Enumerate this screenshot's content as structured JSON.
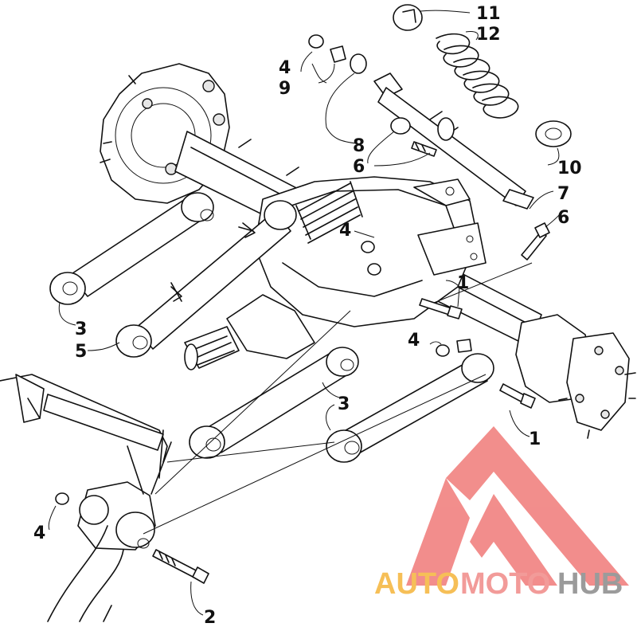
{
  "callouts": [
    {
      "id": "c11",
      "label": "11"
    },
    {
      "id": "c12",
      "label": "12"
    },
    {
      "id": "c4a",
      "label": "4"
    },
    {
      "id": "c9",
      "label": "9"
    },
    {
      "id": "c8",
      "label": "8"
    },
    {
      "id": "c6a",
      "label": "6"
    },
    {
      "id": "c10",
      "label": "10"
    },
    {
      "id": "c7",
      "label": "7"
    },
    {
      "id": "c6b",
      "label": "6"
    },
    {
      "id": "c4b",
      "label": "4"
    },
    {
      "id": "c1a",
      "label": "1"
    },
    {
      "id": "c3a",
      "label": "3"
    },
    {
      "id": "c5",
      "label": "5"
    },
    {
      "id": "c4c",
      "label": "4"
    },
    {
      "id": "c3b",
      "label": "3"
    },
    {
      "id": "c1b",
      "label": "1"
    },
    {
      "id": "c4d",
      "label": "4"
    },
    {
      "id": "c2",
      "label": "2"
    }
  ],
  "watermark": {
    "auto": "AUTO",
    "moto": "MOTO",
    "hub": "HUB",
    "colors": {
      "auto": "#F5B43A",
      "moto": "#F08A88",
      "hub": "#8A8A8A",
      "triangle": "#F07A78"
    }
  }
}
